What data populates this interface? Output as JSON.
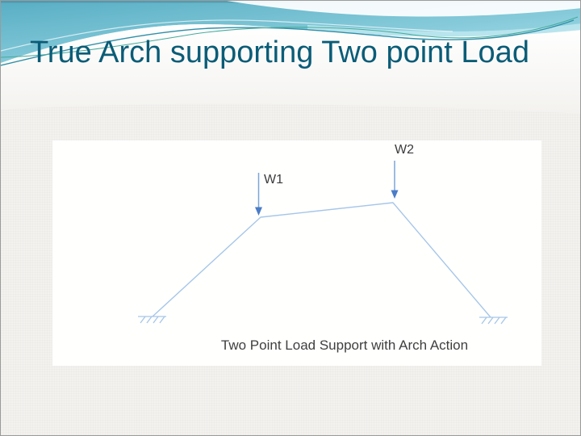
{
  "slide": {
    "title": "True Arch supporting Two point Load"
  },
  "theme": {
    "title_color": "#0a5c77",
    "wave_blue_dark": "#58aec4",
    "wave_blue_light": "#aadfeb",
    "wave_line_teal": "#2f8fa8",
    "wave_line_green": "#45ab9c",
    "slide_background": "#f3f2ef",
    "panel_background": "#fffffe"
  },
  "diagram": {
    "caption": "Two Point Load Support with Arch Action",
    "load_labels": [
      {
        "id": "w1",
        "text": "W1"
      },
      {
        "id": "w2",
        "text": "W2"
      }
    ],
    "structure": {
      "type": "three-hinged arch (triangular frame) on two hatched ground supports",
      "members": "left leg, top chord, right leg",
      "loads": "two downward point loads W1 and W2 applied at the chord joints"
    },
    "colors": {
      "member_line": "#a6c6e8",
      "load_arrow_head": "#4a7cc7",
      "load_arrow_stem": "#7aa6d8",
      "label_text": "#3b3b3b"
    }
  }
}
